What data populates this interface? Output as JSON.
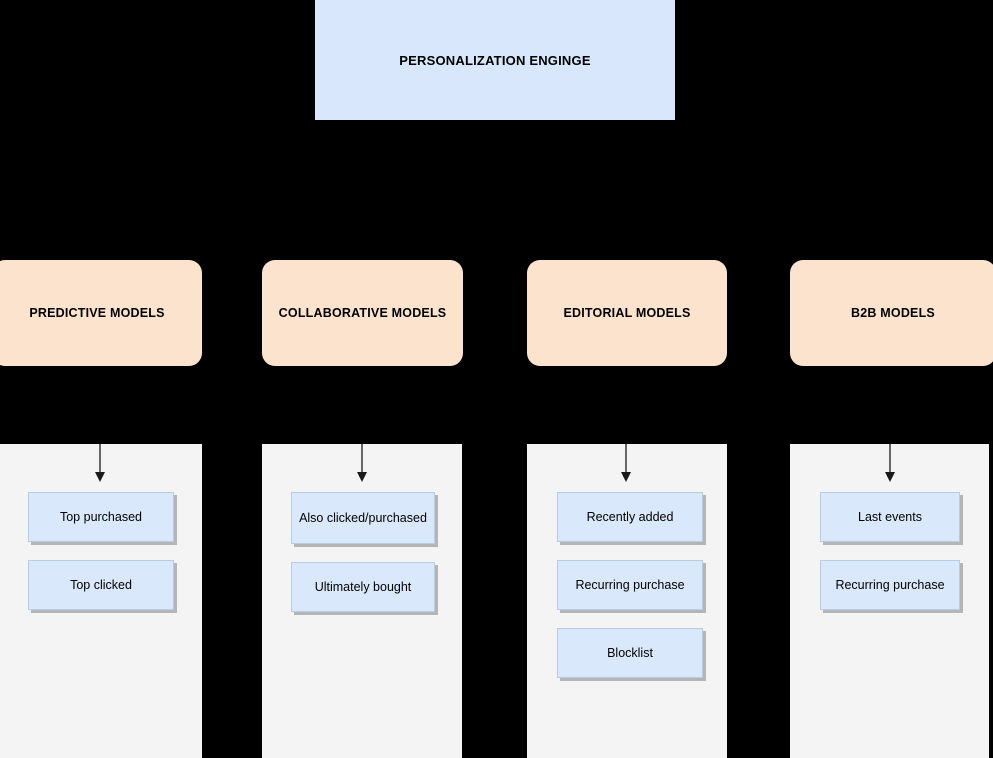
{
  "diagram": {
    "title": "PERSONALIZATION ENGINGE",
    "background_color": "#000000",
    "engine_fill": "#d8e7fb",
    "model_fill": "#fce3cd",
    "panel_fill": "#f4f4f4",
    "item_fill": "#dae8fc",
    "columns": [
      {
        "model_label": "PREDICTIVE MODELS",
        "items": [
          {
            "label": "Top purchased"
          },
          {
            "label": "Top clicked"
          }
        ]
      },
      {
        "model_label": "COLLABORATIVE MODELS",
        "items": [
          {
            "label": "Also clicked/purchased"
          },
          {
            "label": "Ultimately bought"
          }
        ]
      },
      {
        "model_label": "EDITORIAL MODELS",
        "items": [
          {
            "label": "Recently added"
          },
          {
            "label": "Recurring purchase"
          },
          {
            "label": "Blocklist"
          }
        ]
      },
      {
        "model_label": "B2B MODELS",
        "items": [
          {
            "label": "Last events"
          },
          {
            "label": "Recurring purchase"
          }
        ]
      }
    ]
  }
}
